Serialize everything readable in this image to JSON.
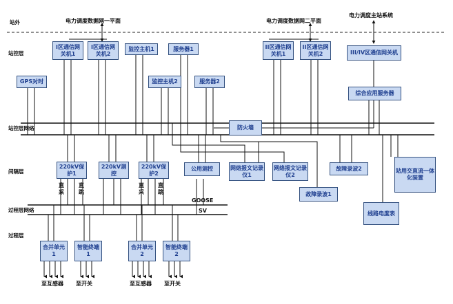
{
  "layers": {
    "outside": "站外",
    "station_control": "站控层",
    "station_network": "站控层网络",
    "bay": "间隔层",
    "process_network": "过程层网络",
    "process": "过程层"
  },
  "network_labels": {
    "dispatch_1": "电力调度数据网一平面",
    "dispatch_2": "电力调度数据网二平面",
    "master_station": "电力调度主站系统",
    "goose": "GOOSE",
    "sv": "SV"
  },
  "nodes": {
    "gw_1_1": "I区通信网关机1",
    "gw_1_2": "I区通信网关机2",
    "monitor_1": "监控主机1",
    "server_1": "服务器1",
    "monitor_2": "监控主机2",
    "server_2": "服务器2",
    "gps": "GPS对时",
    "gw_2_1": "II区通信网关机1",
    "gw_2_2": "II区通信网关机2",
    "gw_3_4": "III/IV区通信网关机",
    "app_server": "综合应用服务器",
    "firewall": "防火墙",
    "prot_220_1": "220kV保护1",
    "meas_220": "220kV测控",
    "prot_220_2": "220kV保护2",
    "public_meas": "公用测控",
    "recorder_1": "网络报文记录仪1",
    "recorder_2": "网络报文记录仪2",
    "fault_rec_2": "故障录波2",
    "fault_rec_1": "故障录波1",
    "ac_dc": "站用交直流一体化装置",
    "energy_meter": "线路电度表",
    "merge_1": "合并单元1",
    "term_1": "智能终端1",
    "merge_2": "合并单元2",
    "term_2": "智能终端2"
  },
  "signals": {
    "direct_sample": "直采",
    "direct_trip": "直跳"
  },
  "outputs": {
    "to_ct": "至互感器",
    "to_switch": "至开关"
  }
}
